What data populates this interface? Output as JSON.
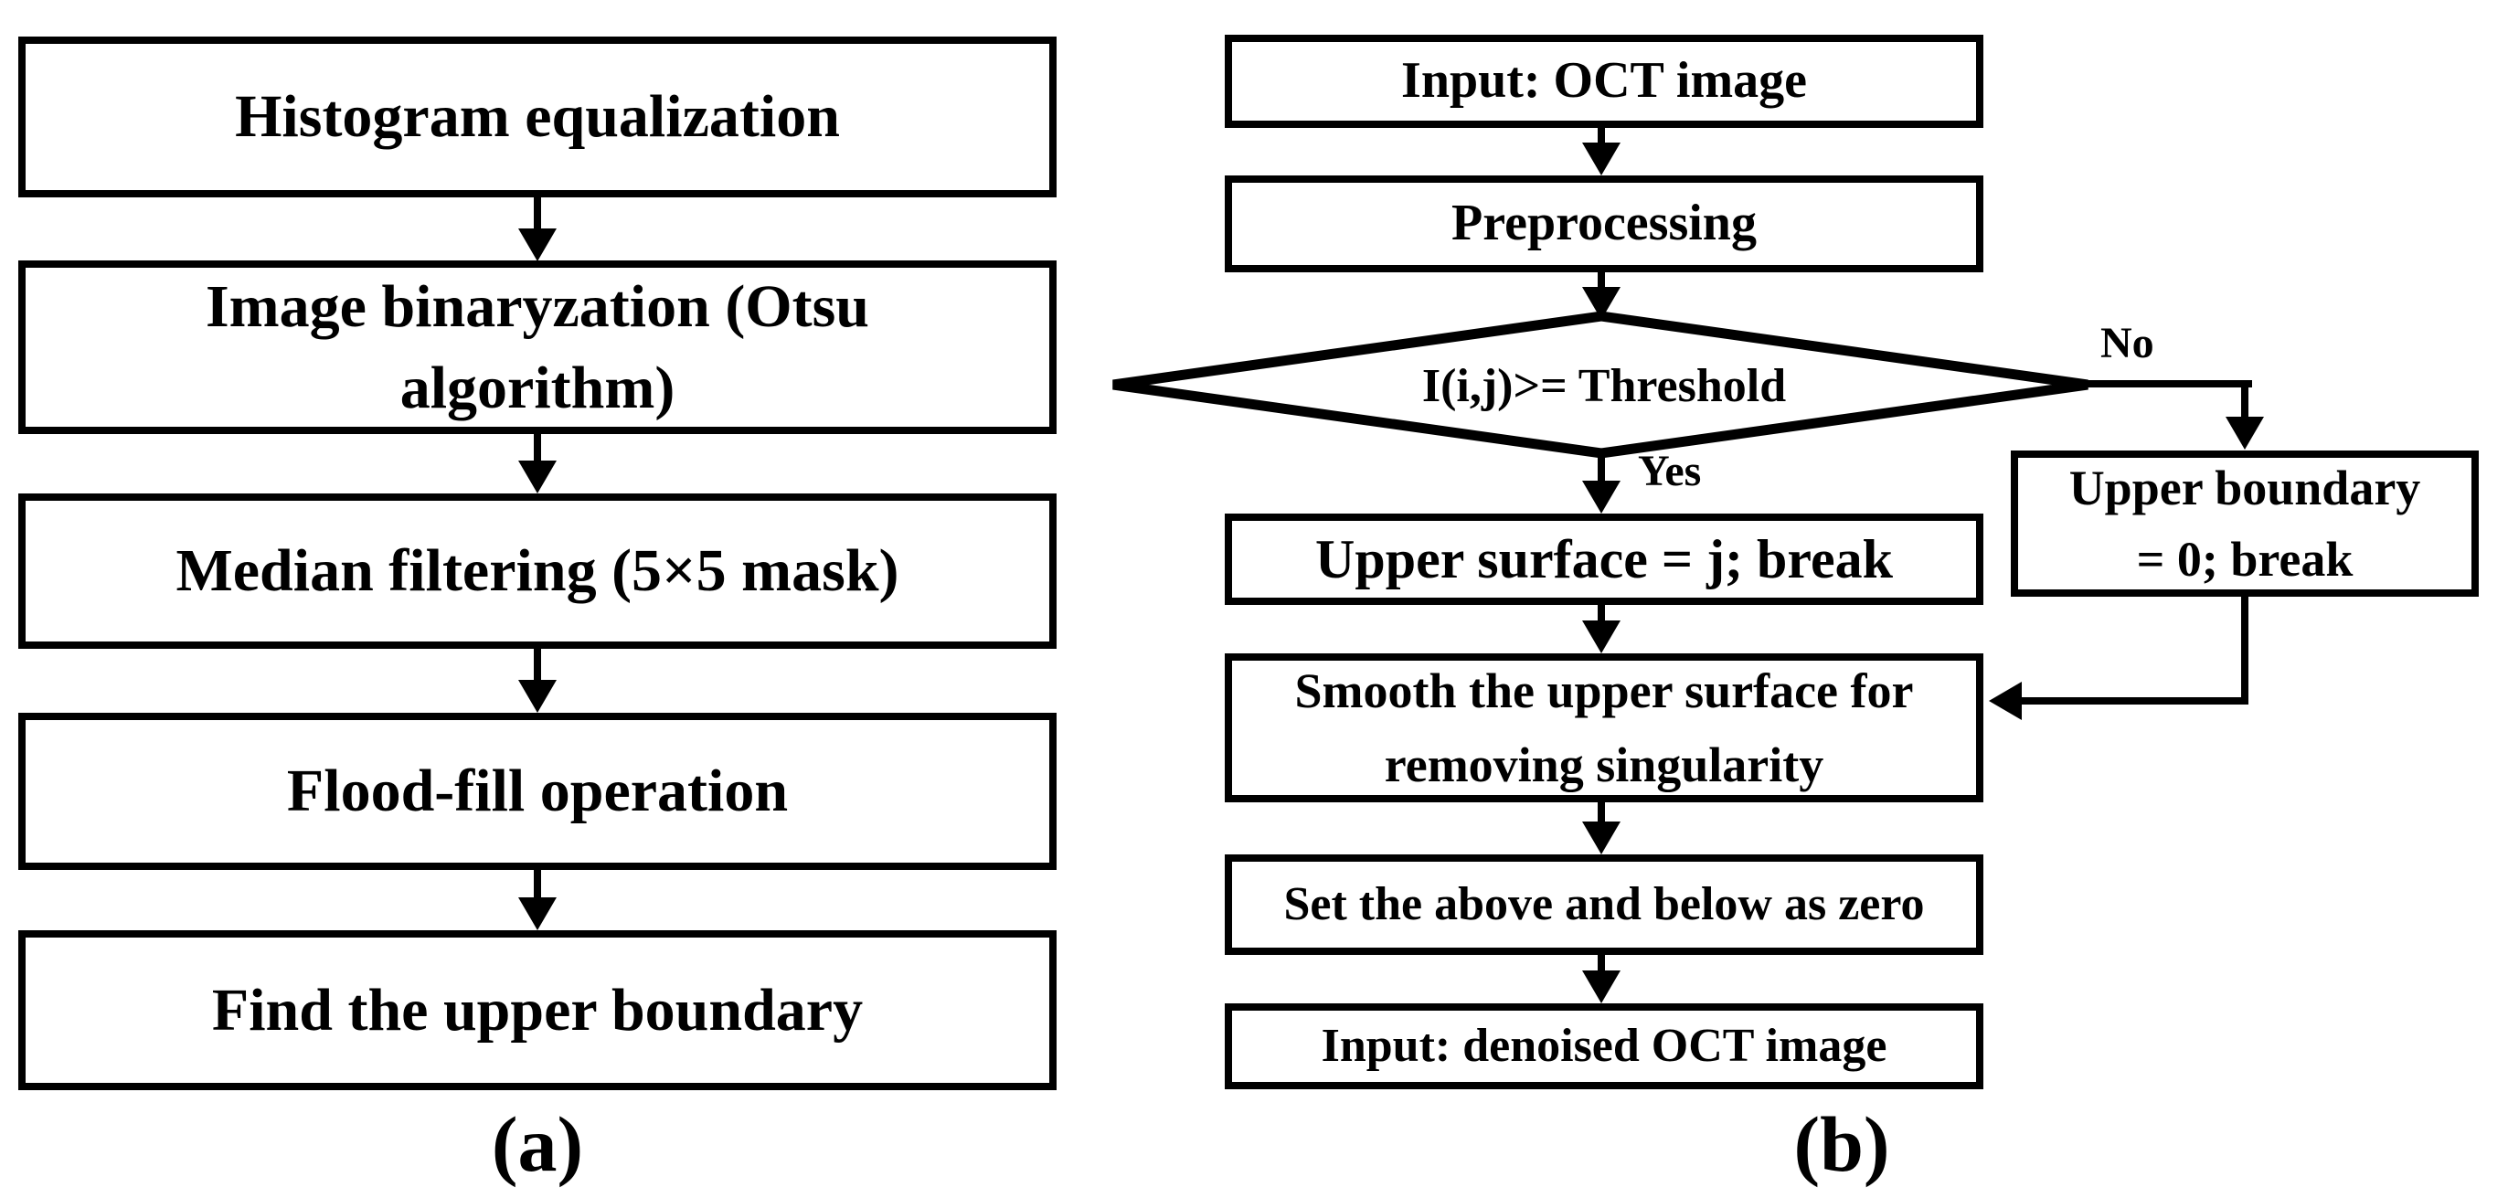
{
  "figure": {
    "panel_a": {
      "caption": "(a)",
      "steps": [
        "Histogram equalization",
        "Image binaryzation (Otsu\nalgorithm)",
        "Median filtering (5×5 mask)",
        "Flood-fill operation",
        "Find the upper boundary"
      ]
    },
    "panel_b": {
      "caption": "(b)",
      "input_box": "Input: OCT image",
      "preprocessing_box": "Preprocessing",
      "decision": "I(i,j)>= Threshold",
      "yes_label": "Yes",
      "no_label": "No",
      "upper_surface_box": "Upper surface = j; break",
      "upper_boundary_box": "Upper boundary\n= 0; break",
      "smooth_box": "Smooth the upper surface for\nremoving singularity",
      "set_zero_box": "Set the above and below as zero",
      "output_box": "Input: denoised OCT image"
    },
    "colors": {
      "ink": "#000000",
      "background": "#ffffff"
    }
  }
}
